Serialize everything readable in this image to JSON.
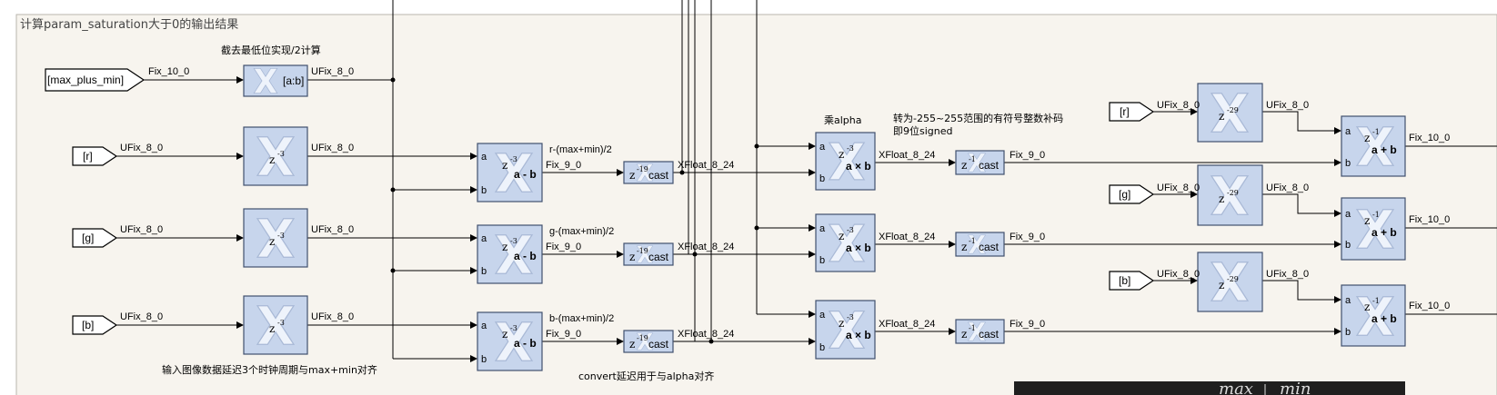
{
  "subsystem": {
    "title": "计算param_saturation大于0的输出结果",
    "colors": {
      "background": "#f7f4ee",
      "block_fill": "#c7d5ec",
      "block_stroke": "#41506e",
      "xilinx_logo": "#eef3fb",
      "bottom_panel": "#1f1f1f"
    }
  },
  "annotations": {
    "truncate_note": "截去最低位实现/2计算",
    "delay_note": "输入图像数据延迟3个时钟周期与max+min对齐",
    "convert_note": "convert延迟用于与alpha对齐",
    "alpha_note": "乘alpha",
    "range_note_line1": "转为-255~255范围的有符号整数补码",
    "range_note_line2": "即9位signed"
  },
  "inputs": {
    "max_plus_min": "[max_plus_min]",
    "r": "[r]",
    "g": "[g]",
    "b": "[b]"
  },
  "signals": {
    "fix_10_0": "Fix_10_0",
    "ufix_8_0": "UFix_8_0",
    "fix_9_0": "Fix_9_0",
    "xfloat_8_24": "XFloat_8_24"
  },
  "blocks": {
    "slice_label": "[a:b]",
    "sub_label": "a - b",
    "mul_label": "a × b",
    "add_label": "a + b",
    "cast_label": "cast",
    "port_a": "a",
    "port_b": "b",
    "delay_z": "z",
    "z3_exp": "-3",
    "z19_exp": "-19",
    "z1_exp": "-1",
    "z29_exp": "-29"
  },
  "labels": {
    "r_sub": "r-(max+min)/2",
    "g_sub": "g-(max+min)/2",
    "b_sub": "b-(max+min)/2"
  },
  "bottom_panel": {
    "text_left": "max",
    "text_right": "min"
  }
}
